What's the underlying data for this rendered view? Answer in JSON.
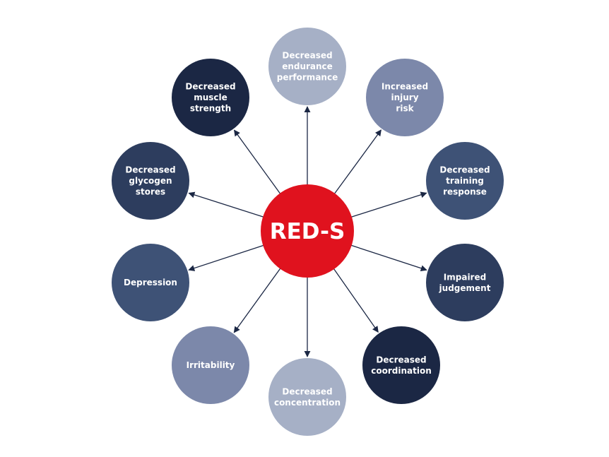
{
  "center": {
    "label": "RED-S",
    "color": "#e0121e"
  },
  "nodes": [
    {
      "id": "decreased-endurance-performance",
      "lines": [
        "Decreased",
        "endurance",
        "performance"
      ],
      "color": "#a6b0c6"
    },
    {
      "id": "increased-injury-risk",
      "lines": [
        "Increased",
        "injury",
        "risk"
      ],
      "color": "#7c88aa"
    },
    {
      "id": "decreased-training-response",
      "lines": [
        "Decreased",
        "training",
        "response"
      ],
      "color": "#3e5276"
    },
    {
      "id": "impaired-judgement",
      "lines": [
        "Impaired",
        "judgement"
      ],
      "color": "#2d3d5e"
    },
    {
      "id": "decreased-coordination",
      "lines": [
        "Decreased",
        "coordination"
      ],
      "color": "#1b2744"
    },
    {
      "id": "decreased-concentration",
      "lines": [
        "Decreased",
        "concentration"
      ],
      "color": "#a6b0c6"
    },
    {
      "id": "irritability",
      "lines": [
        "Irritability"
      ],
      "color": "#7c88aa"
    },
    {
      "id": "depression",
      "lines": [
        "Depression"
      ],
      "color": "#3e5276"
    },
    {
      "id": "decreased-glycogen-stores",
      "lines": [
        "Decreased",
        "glycogen",
        "stores"
      ],
      "color": "#2d3d5e"
    },
    {
      "id": "decreased-muscle-strength",
      "lines": [
        "Decreased",
        "muscle",
        "strength"
      ],
      "color": "#1b2744"
    }
  ],
  "arrow_color": "#1b2744"
}
